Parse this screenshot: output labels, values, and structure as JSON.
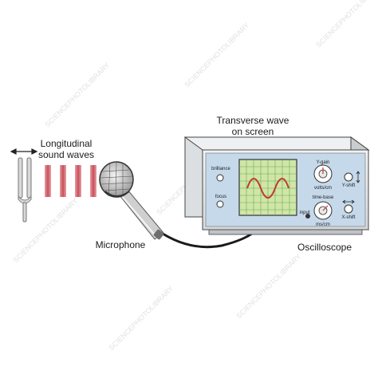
{
  "labels": {
    "longitudinal_line1": "Longitudinal",
    "longitudinal_line2": "sound waves",
    "transverse_line1": "Transverse wave",
    "transverse_line2": "on screen",
    "microphone": "Microphone",
    "oscilloscope": "Oscilloscope"
  },
  "panel": {
    "brilliance": "brilliance",
    "focus": "focus",
    "input": "input",
    "y_gain": "Y-gain",
    "volts_cm": "volts/cm",
    "time_base": "time-base",
    "ms_cm": "ms/cm",
    "y_shift": "Y-shift",
    "x_shift": "X-shift"
  },
  "watermark": "SCIENCEPHOTOLIBRARY",
  "colors": {
    "screen_green": "#cfe6a8",
    "grid_green": "#6aa84f",
    "wave_red": "#c0392b",
    "panel_blue": "#c5d9ea",
    "case_gray": "#e6e8ea",
    "sound_band": "#c94f5a"
  }
}
